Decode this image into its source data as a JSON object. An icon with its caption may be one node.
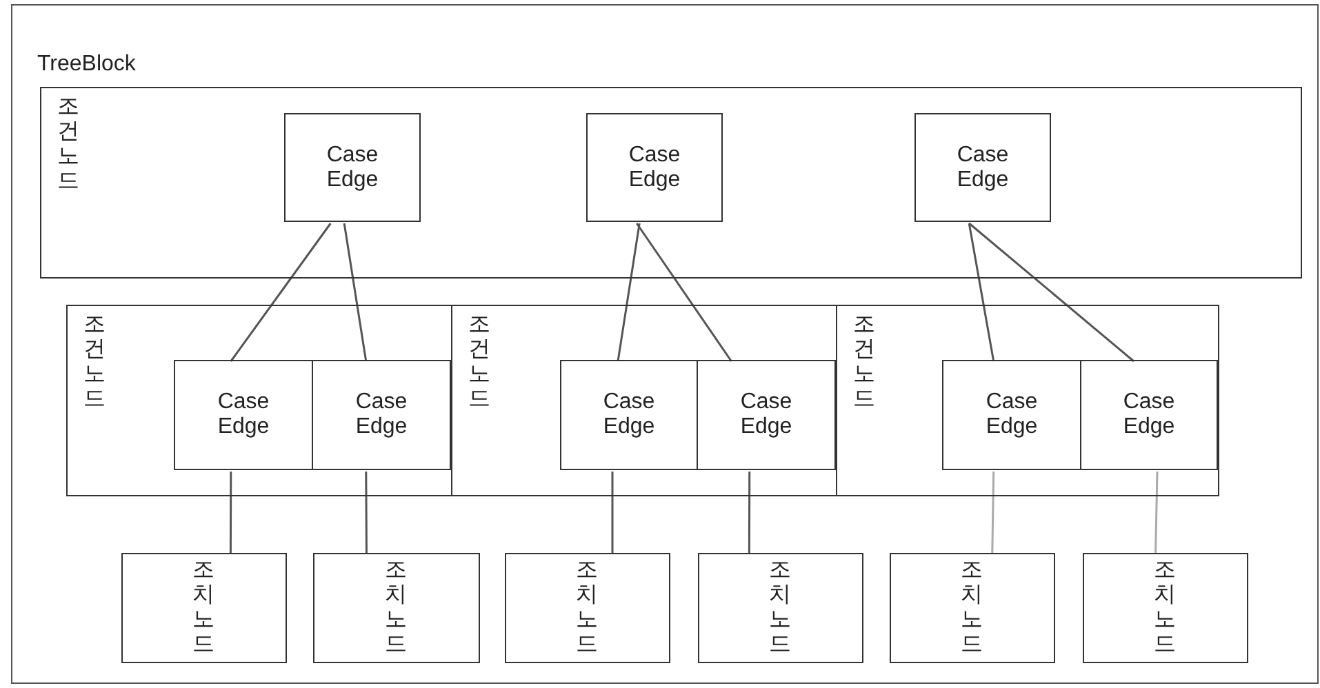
{
  "diagram": {
    "nodes": [
      {
        "text": [
          "TreeBlock"
        ]
      },
      {
        "text": [
          "조건 노드"
        ],
        "in": 0
      },
      {
        "text": [
          "Case Edge"
        ],
        "in": 1
      },
      {
        "text": [
          "Case Edge"
        ],
        "in": 1
      },
      {
        "text": [
          "Case Edge"
        ],
        "in": 1
      },
      {
        "text": [
          "조건 노드"
        ],
        "in": 0
      },
      {
        "text": [
          "Case Edge"
        ],
        "in": 5
      },
      {
        "text": [
          "Case Edge"
        ],
        "in": 5
      },
      {
        "text": [
          "조건 노드"
        ],
        "in": 0
      },
      {
        "text": [
          "Case Edge"
        ],
        "in": 8
      },
      {
        "text": [
          "Case Edge"
        ],
        "in": 8
      },
      {
        "text": [
          "조건 노드"
        ],
        "in": 0
      },
      {
        "text": [
          "Case Edge"
        ],
        "in": 11
      },
      {
        "text": [
          "Case Edge"
        ],
        "in": 11
      },
      {
        "text": [
          "조치 노드"
        ],
        "in": 0
      },
      {
        "text": [
          "조치 노드"
        ],
        "in": 0
      },
      {
        "text": [
          "조치 노드"
        ],
        "in": 0
      },
      {
        "text": [
          "조치 노드"
        ],
        "in": 0
      },
      {
        "text": [
          "조치 노드"
        ],
        "in": 0
      },
      {
        "text": [
          "조치 노드"
        ],
        "in": 0
      }
    ],
    "edges": [
      {
        "from": 2,
        "to": 6,
        "arrow": "none"
      },
      {
        "from": 2,
        "to": 7,
        "arrow": "none"
      },
      {
        "from": 3,
        "to": 9,
        "arrow": "none"
      },
      {
        "from": 3,
        "to": 10,
        "arrow": "none"
      },
      {
        "from": 4,
        "to": 12,
        "arrow": "none"
      },
      {
        "from": 4,
        "to": 13,
        "arrow": "none"
      },
      {
        "from": 6,
        "to": 14,
        "arrow": "none"
      },
      {
        "from": 7,
        "to": 15,
        "arrow": "none"
      },
      {
        "from": 9,
        "to": 16,
        "arrow": "none"
      },
      {
        "from": 10,
        "to": 17,
        "arrow": "none"
      },
      {
        "from": 12,
        "to": 18,
        "arrow": "none",
        "color": "#aaaaaa"
      },
      {
        "from": 13,
        "to": 19,
        "arrow": "none",
        "color": "#aaaaaa"
      }
    ]
  }
}
